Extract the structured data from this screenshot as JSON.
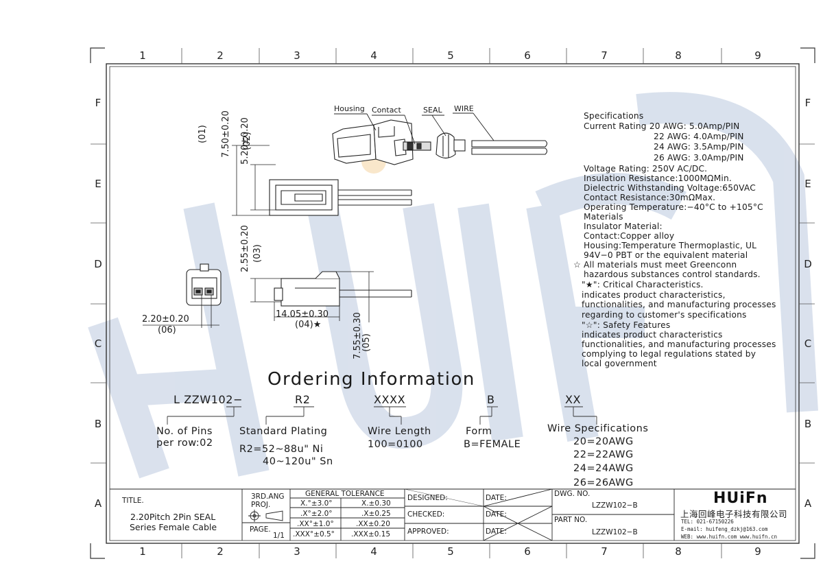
{
  "zones": {
    "columns": [
      "1",
      "2",
      "3",
      "4",
      "5",
      "6",
      "7",
      "8",
      "9"
    ],
    "rows": [
      "F",
      "E",
      "D",
      "C",
      "B",
      "A"
    ]
  },
  "watermark": {
    "text": "HUIFN",
    "color": "#c9d5e8"
  },
  "callouts": {
    "housing": "Housing",
    "contact": "Contact",
    "seal": "SEAL",
    "wire": "WIRE"
  },
  "dimensions": {
    "d1": {
      "value": "7.50±0.20",
      "ref": "01"
    },
    "d2": {
      "value": "5.20±0.20",
      "ref": "02"
    },
    "d3": {
      "value": "2.55±0.20",
      "ref": "03"
    },
    "d4": {
      "value": "14.05±0.30",
      "ref": "04"
    },
    "d5": {
      "value": "7.55±0.30",
      "ref": "05"
    },
    "d6": {
      "value": "2.20±0.20",
      "ref": "06"
    }
  },
  "specifications": {
    "heading": "Specifications",
    "lines": [
      "Current Rating 20 AWG: 5.0Amp/PIN",
      "22 AWG: 4.0Amp/PIN",
      "24 AWG: 3.5Amp/PIN",
      "26 AWG: 3.0Amp/PIN",
      "Voltage Rating: 250V AC/DC.",
      "Insulation Resistance:1000MΩMin.",
      "Dielectric Withstanding Voltage:650VAC",
      "Contact Resistance:30mΩMax.",
      "Operating Temperature:−40°C to +105°C",
      "Materials",
      "Insulator Material:",
      "Contact:Copper alloy",
      "Housing:Temperature Thermoplastic, UL",
      "94V−0 PBT or the equivalent material",
      "All materials must meet Greenconn",
      "hazardous substances control standards."
    ],
    "critical": {
      "mark": "\"★\": Critical Characteristics.",
      "lines": [
        "indicates product characteristics,",
        "functionalities, and manufacturing processes",
        "regarding to customer's specifications"
      ]
    },
    "safety": {
      "mark": "\"☆\": Safety Features",
      "lines": [
        "indicates product characteristics",
        "functionalities, and manufacturing processes",
        "complying to legal regulations stated by",
        "local government"
      ]
    }
  },
  "ordering": {
    "title": "Ordering Information",
    "prefix": "L ZZW102−",
    "codes": {
      "plating": "R2",
      "length": "XXXX",
      "form": "B",
      "wire": "XX"
    },
    "pins": {
      "label": "No. of Pins",
      "value": "per row:02"
    },
    "plating": {
      "label": "Standard Plating",
      "line1": "R2=52~88u\" Ni",
      "line2": "40~120u\" Sn"
    },
    "length": {
      "label": "Wire Length",
      "value": "100=0100"
    },
    "form": {
      "label": "Form",
      "value": "B=FEMALE"
    },
    "wire": {
      "label": "Wire Specifications",
      "values": [
        "20=20AWG",
        "22=22AWG",
        "24=24AWG",
        "26=26AWG"
      ]
    }
  },
  "title_block": {
    "title_label": "TITLE.",
    "title_line1": "2.20Pitch 2Pin SEAL",
    "title_line2": "Series Female Cable",
    "proj_label1": "3RD.ANG",
    "proj_label2": "PROJ.",
    "page_label": "PAGE.",
    "page_value": "1/1",
    "tolerance_heading": "GENERAL TOLERANCE",
    "tolerances": [
      [
        "X.°±3.0°",
        "X.±0.30"
      ],
      [
        ".X°±2.0°",
        ".X±0.25"
      ],
      [
        ".XX°±1.0°",
        ".XX±0.20"
      ],
      [
        ".XXX°±0.5°",
        ".XXX±0.15"
      ]
    ],
    "designed": "DESIGNED:",
    "checked": "CHECKED:",
    "approved": "APPROVED:",
    "date": "DATE:",
    "dwg_label": "DWG. NO.",
    "dwg_value": "LZZW102−B",
    "part_label": "PART NO.",
    "part_value": "LZZW102−B",
    "company_logo": "HUiFn",
    "company_name": "上海回峰电子科技有限公司",
    "tel": "TEL: 021-67150226",
    "email": "E-mail: huifeng_dzkj@163.com",
    "web": "WEB: www.huifn.com  www.huifn.cn"
  }
}
